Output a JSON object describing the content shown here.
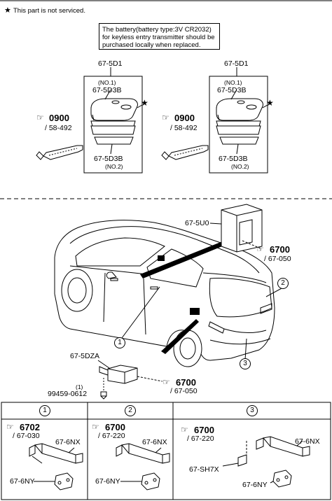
{
  "header": {
    "star_glyph": "★",
    "service_note": "This part is not serviced."
  },
  "battery_note": "The battery(battery type:3V CR2032)\nfor keyless entry transmitter should be\npurchased locally when replaced.",
  "transmitter_left": {
    "assembly": "67-5D1",
    "no1": "(NO.1)",
    "top_part": "67-5D3B",
    "bottom_part": "67-5D3B",
    "no2": "(NO.2)",
    "ref_main": "0900",
    "ref_sub": "/ 58-492"
  },
  "transmitter_right": {
    "assembly": "67-5D1",
    "no1": "(NO.1)",
    "top_part": "67-5D3B",
    "bottom_part": "67-5D3B",
    "no2": "(NO.2)",
    "ref_main": "0900",
    "ref_sub": "/ 58-492"
  },
  "vehicle": {
    "module_part": "67-5U0",
    "module_ref_main": "6700",
    "module_ref_sub": "/ 67-050",
    "controller_part": "67-5DZA",
    "controller_ref_main": "6700",
    "controller_ref_sub": "/ 67-050",
    "bolt_qty": "(1)",
    "bolt_part": "99459-0612",
    "callout_1": "1",
    "callout_2": "2",
    "callout_3": "3"
  },
  "detail_1": {
    "num": "1",
    "ref_main": "6702",
    "ref_sub": "/ 67-030",
    "antenna": "67-6NX",
    "connector": "67-6NY"
  },
  "detail_2": {
    "num": "2",
    "ref_main": "6700",
    "ref_sub": "/ 67-220",
    "antenna": "67-6NX",
    "connector": "67-6NY"
  },
  "detail_3": {
    "num": "3",
    "ref_main": "6700",
    "ref_sub": "/ 67-220",
    "antenna": "67-6NX",
    "harness": "67-SH7X",
    "connector": "67-6NY"
  }
}
